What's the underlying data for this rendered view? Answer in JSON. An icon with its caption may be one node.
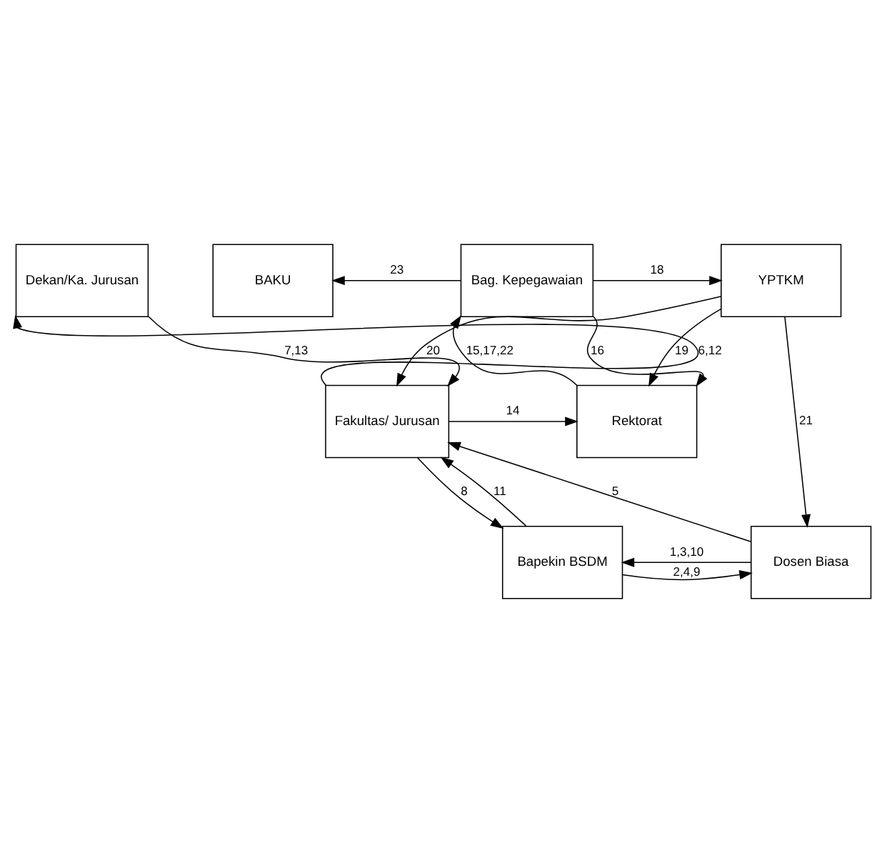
{
  "diagram": {
    "nodes": [
      {
        "text": [
          "BAKU"
        ]
      },
      {
        "text": [
          "Dekan/Ka. Jurusan"
        ]
      },
      {
        "text": [
          "Bag. Kepegawaian"
        ]
      },
      {
        "text": [
          "YPTKM"
        ]
      },
      {
        "text": [
          "Fakultas/ Jurusan"
        ]
      },
      {
        "text": [
          "Rektorat"
        ]
      },
      {
        "text": [
          "Bapekin BSDM"
        ]
      },
      {
        "text": [
          "Dosen Biasa"
        ]
      }
    ],
    "edges": [
      {
        "from": 2,
        "to": 0,
        "arrow": "to",
        "label": "23"
      },
      {
        "from": 2,
        "to": 3,
        "arrow": "to",
        "label": "18"
      },
      {
        "from": 4,
        "to": 1,
        "arrow": "to",
        "label": "6,12"
      },
      {
        "from": 1,
        "to": 4,
        "arrow": "to",
        "label": "7,13"
      },
      {
        "from": 5,
        "to": 2,
        "arrow": "to",
        "label": "15,17,22"
      },
      {
        "from": 2,
        "to": 5,
        "arrow": "to",
        "label": "16"
      },
      {
        "from": 3,
        "to": 5,
        "arrow": "to",
        "label": "19"
      },
      {
        "from": 4,
        "to": 5,
        "arrow": "to",
        "label": "14"
      },
      {
        "from": 3,
        "to": 4,
        "arrow": "to",
        "label": "20"
      },
      {
        "from": 7,
        "to": 4,
        "arrow": "to",
        "label": "5"
      },
      {
        "from": 3,
        "to": 7,
        "arrow": "to",
        "label": "21"
      },
      {
        "from": 4,
        "to": 6,
        "arrow": "to",
        "label": "8"
      },
      {
        "from": 6,
        "to": 4,
        "arrow": "to",
        "label": "11"
      },
      {
        "from": 7,
        "to": 6,
        "arrow": "to",
        "label": "1,3,10"
      },
      {
        "from": 6,
        "to": 7,
        "arrow": "to",
        "label": "2,4,9"
      }
    ]
  }
}
